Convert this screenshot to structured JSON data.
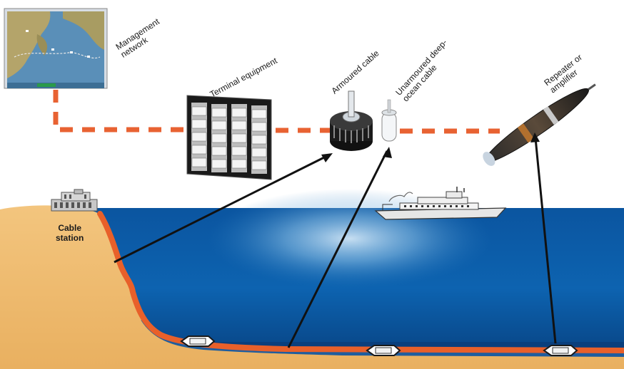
{
  "labels": {
    "management_network": [
      "Management",
      "network"
    ],
    "terminal_equipment": "Terminal equipment",
    "armoured_cable": "Armoured cable",
    "unarmoured_cable": [
      "Unarmoured deep-",
      "ocean cable"
    ],
    "repeater": [
      "Repeater or",
      "amplifier"
    ],
    "cable_station": [
      "Cable",
      "station"
    ]
  },
  "colors": {
    "cable": "#e8602a",
    "sea_top": "#0b4f92",
    "sea_bottom": "#0a3f7e",
    "land": "#f0bc6e",
    "link": "#e86232"
  },
  "icons": {
    "map": "world-map-screen-icon",
    "rack": "equipment-rack-icon",
    "station": "building-icon",
    "ship": "ship-icon"
  }
}
